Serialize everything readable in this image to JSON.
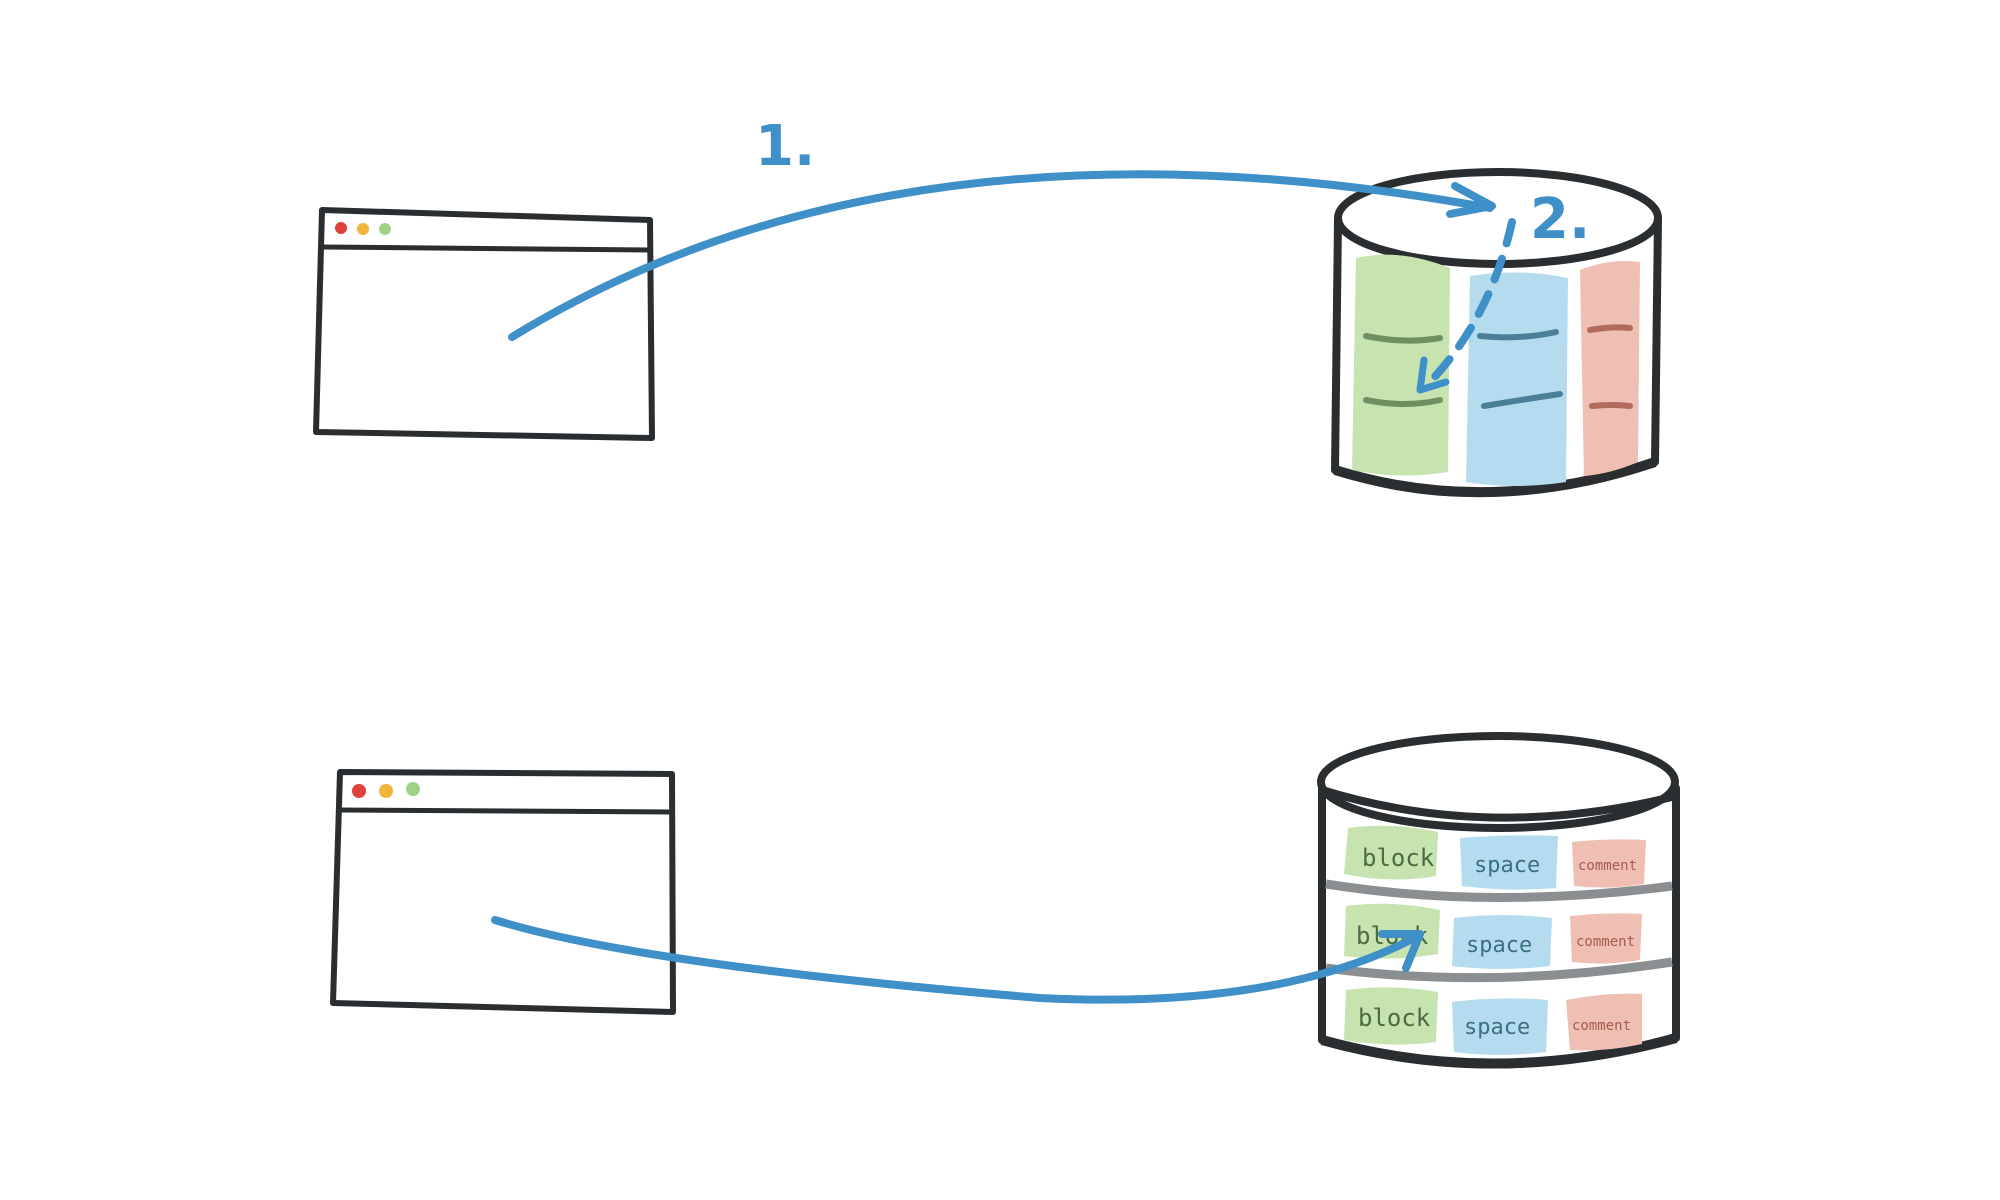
{
  "top": {
    "step_1": "1.",
    "step_2": "2."
  },
  "bottom": {
    "rows": [
      {
        "block": "block",
        "space": "space",
        "comment": "comment"
      },
      {
        "block": "block",
        "space": "space",
        "comment": "comment"
      },
      {
        "block": "block",
        "space": "space",
        "comment": "comment"
      }
    ]
  },
  "colors": {
    "arrow": "#3f8fc8",
    "outline": "#2b2e30",
    "green": "#c6e3b0",
    "blue": "#b5dcee",
    "red": "#efbfb3",
    "dot_red": "#e0413a",
    "dot_yellow": "#f0b53b",
    "dot_green": "#9ed387"
  }
}
